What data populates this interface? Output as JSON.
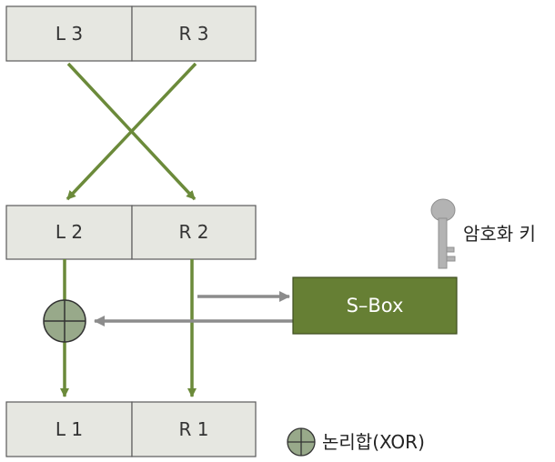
{
  "row3": {
    "left": "L 3",
    "right": "R 3"
  },
  "row2": {
    "left": "L 2",
    "right": "R 2"
  },
  "row1": {
    "left": "L 1",
    "right": "R 1"
  },
  "sbox": {
    "label": "S–Box"
  },
  "key": {
    "label": "암호화 키"
  },
  "legend": {
    "xor_label": "논리합(XOR)"
  },
  "colors": {
    "box_fill": "#e6e7e1",
    "box_stroke": "#5a5a5a",
    "green_arrow": "#6b8a3a",
    "gray_arrow": "#8c8c8c",
    "sbox_fill": "#667f34",
    "xor_fill": "#98a98a"
  }
}
